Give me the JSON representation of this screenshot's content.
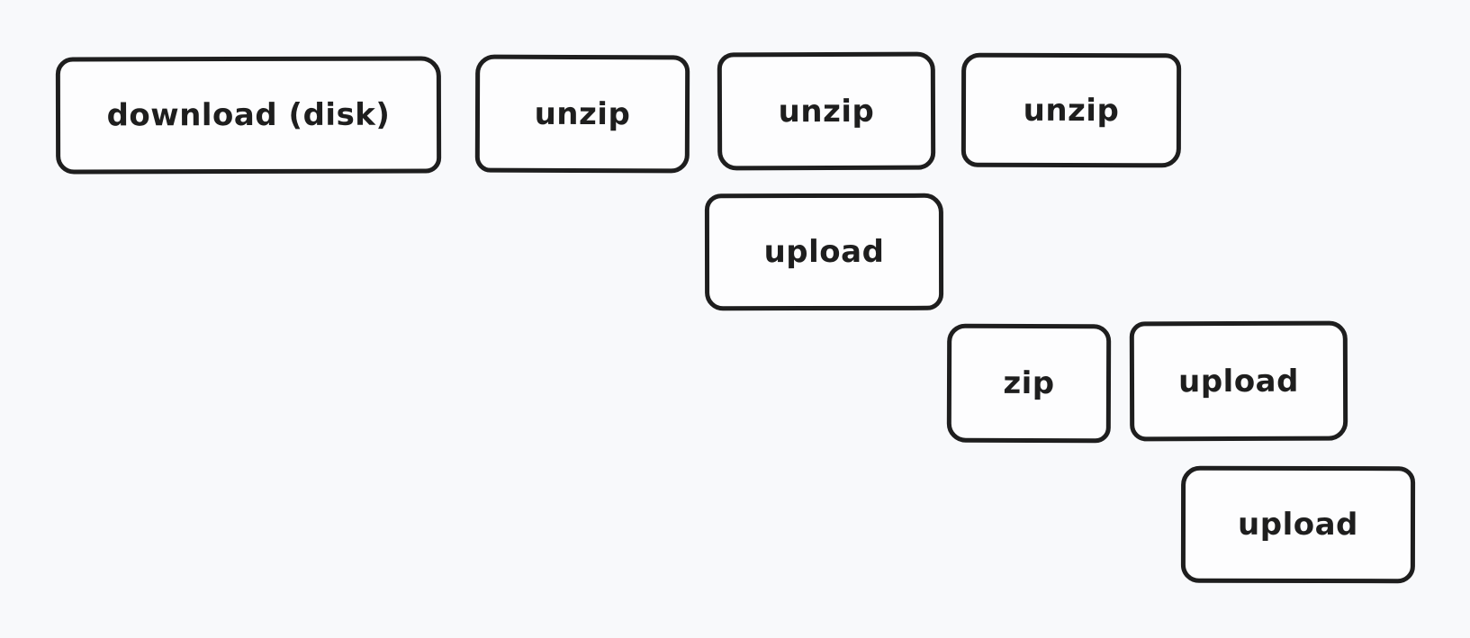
{
  "diagram": {
    "background_color": "#f8f9fb",
    "box_fill_color": "#fdfdfe",
    "stroke_color": "#1e1e1e",
    "text_color": "#1e1e1e",
    "boxes": [
      {
        "label": "download (disk)",
        "row": 1
      },
      {
        "label": "unzip",
        "row": 1
      },
      {
        "label": "unzip",
        "row": 1
      },
      {
        "label": "unzip",
        "row": 1
      },
      {
        "label": "upload",
        "row": 2
      },
      {
        "label": "zip",
        "row": 3
      },
      {
        "label": "upload",
        "row": 3
      },
      {
        "label": "upload",
        "row": 4
      }
    ]
  }
}
